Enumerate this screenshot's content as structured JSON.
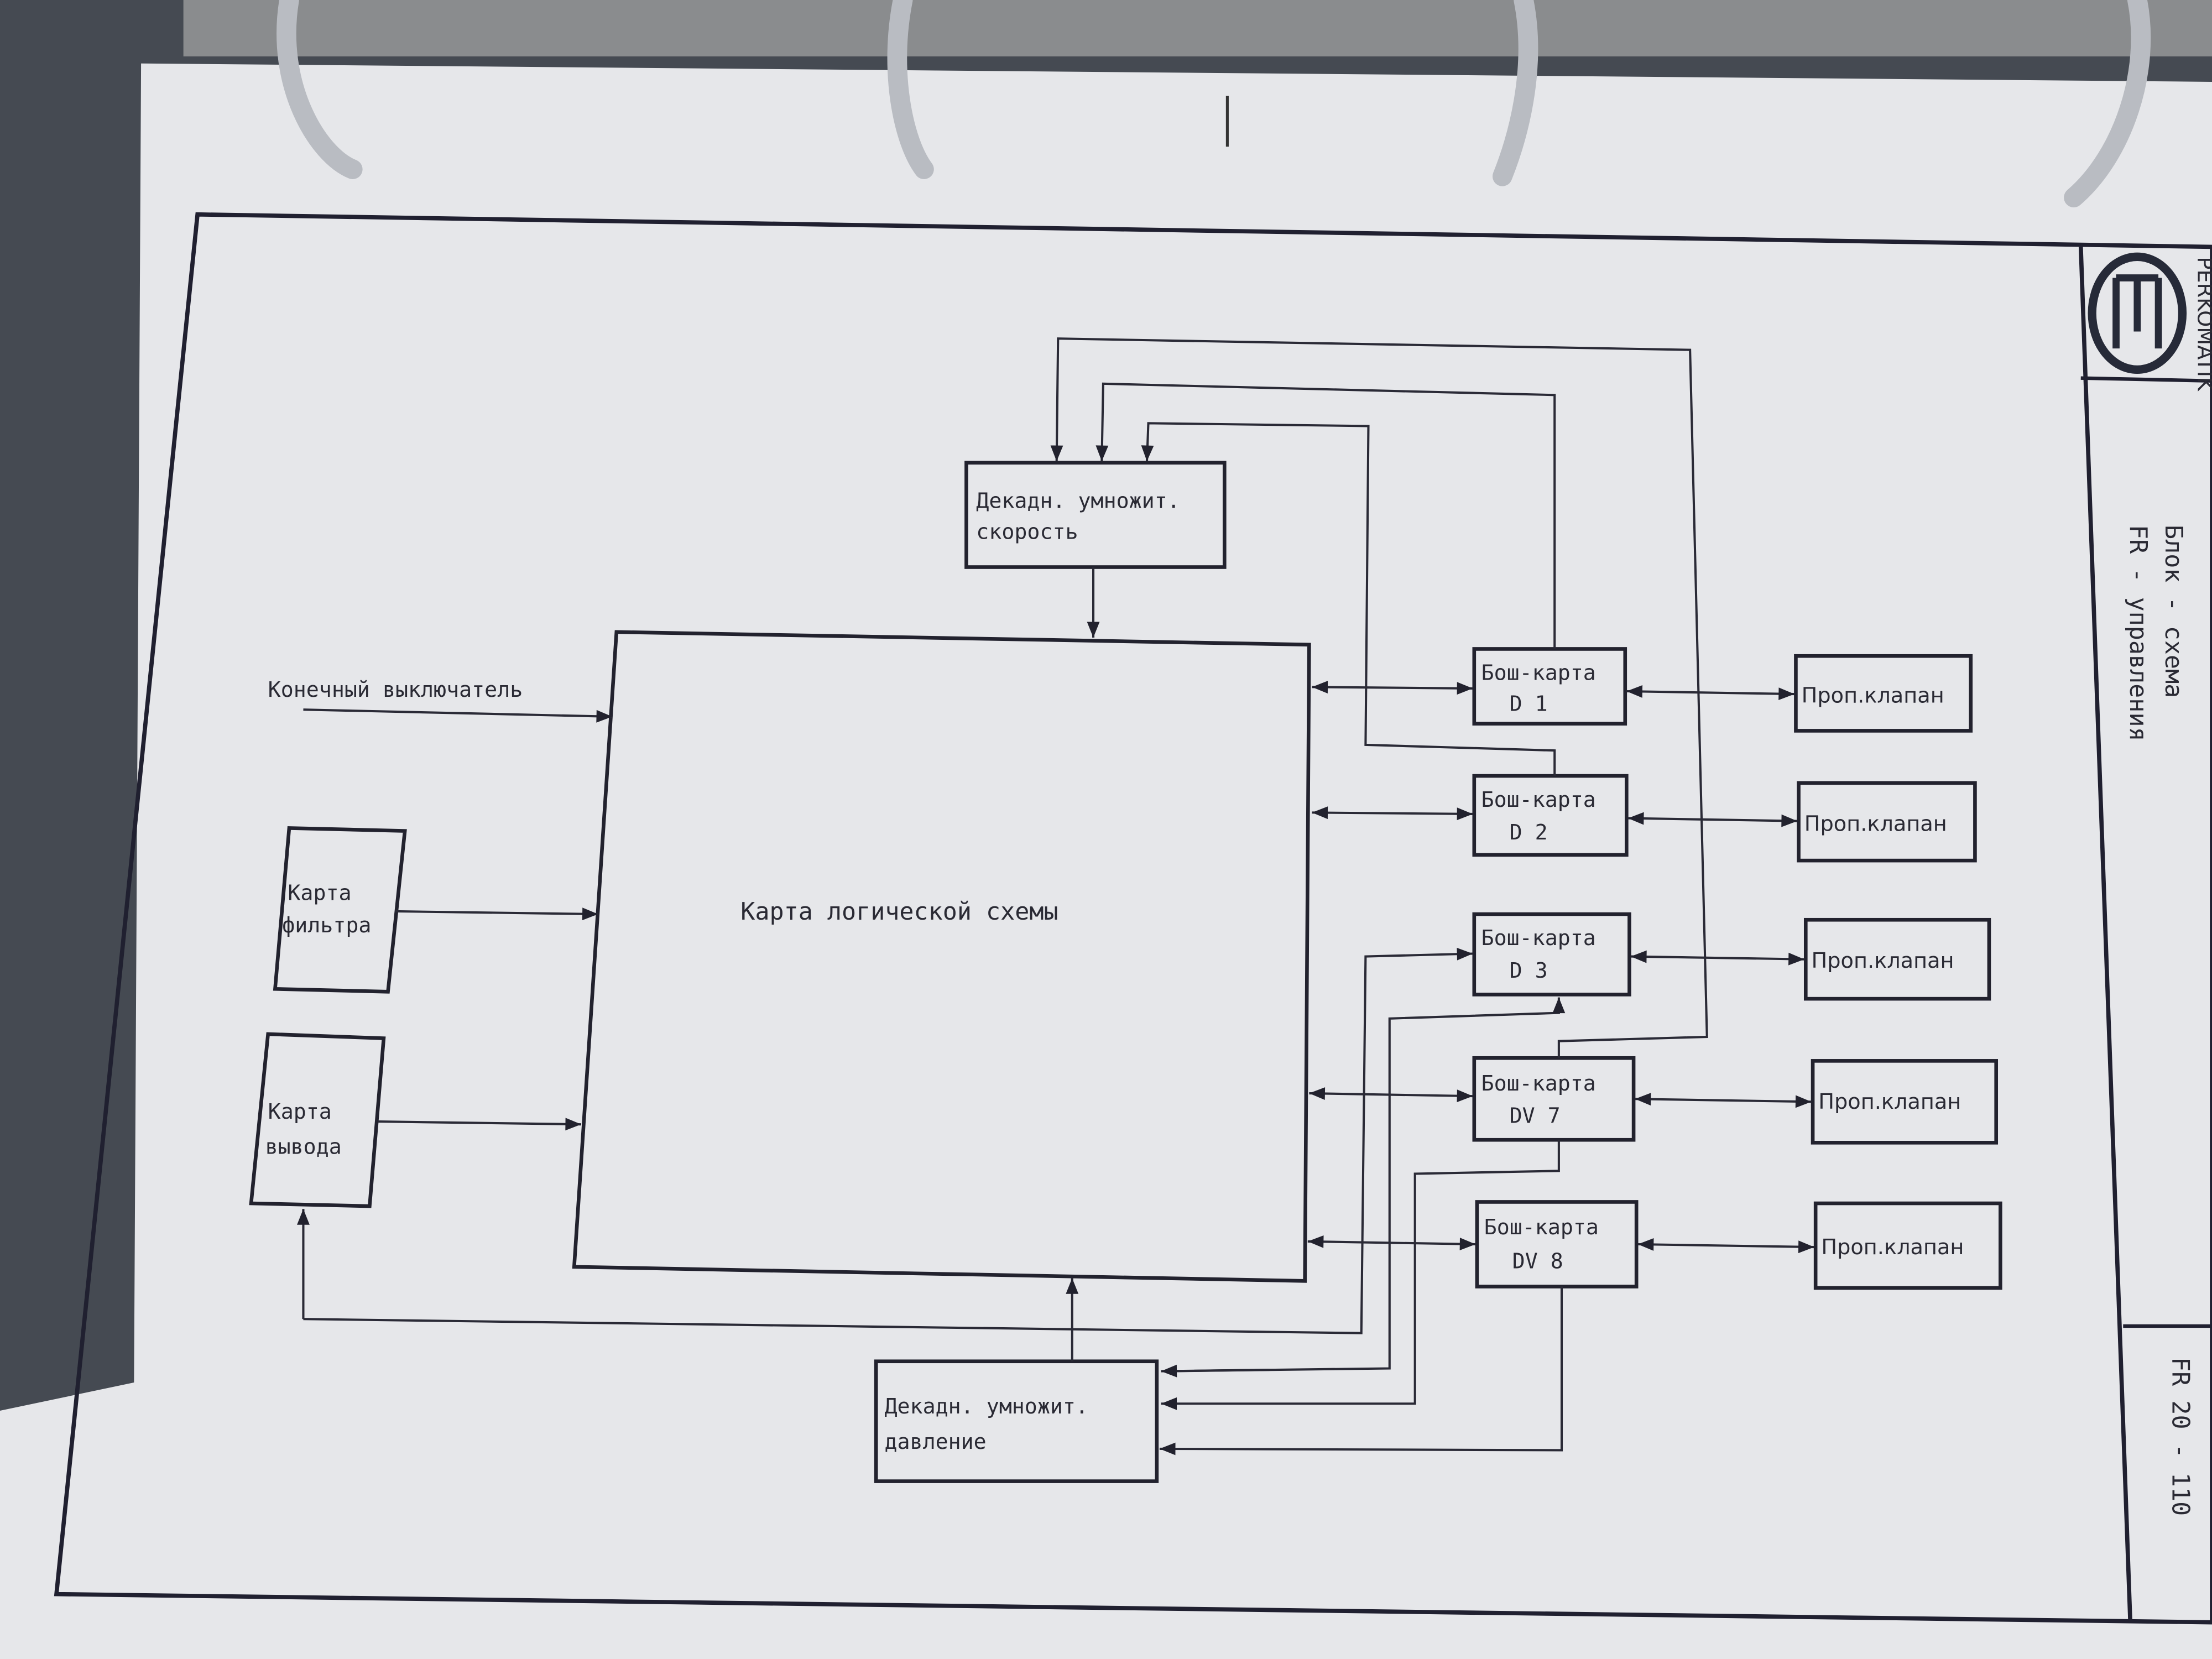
{
  "title_block": {
    "logo_text": "PERKOMATIK",
    "title_line1": "Блок - схема",
    "title_line2": "FR - управления",
    "doc_number": "FR 20 - 110"
  },
  "diagram": {
    "logic_card": "Карта логической схемы",
    "speed_multiplier": {
      "line1": "Декадн. умножит.",
      "line2": "скорость"
    },
    "pressure_multiplier": {
      "line1": "Декадн. умножит.",
      "line2": "давление"
    },
    "limit_switch": "Конечный выключатель",
    "filter_card": {
      "line1": "Карта",
      "line2": "фильтра"
    },
    "output_card": {
      "line1": "Карта",
      "line2": "вывода"
    },
    "bosch_cards": [
      {
        "line1": "Бош-карта",
        "line2": "D 1"
      },
      {
        "line1": "Бош-карта",
        "line2": "D 2"
      },
      {
        "line1": "Бош-карта",
        "line2": "D 3"
      },
      {
        "line1": "Бош-карта",
        "line2": "DV 7"
      },
      {
        "line1": "Бош-карта",
        "line2": "DV 8"
      }
    ],
    "valves": [
      "Проп.клапан",
      "Проп.клапан",
      "Проп.клапан",
      "Проп.клапан",
      "Проп.клапан"
    ]
  }
}
